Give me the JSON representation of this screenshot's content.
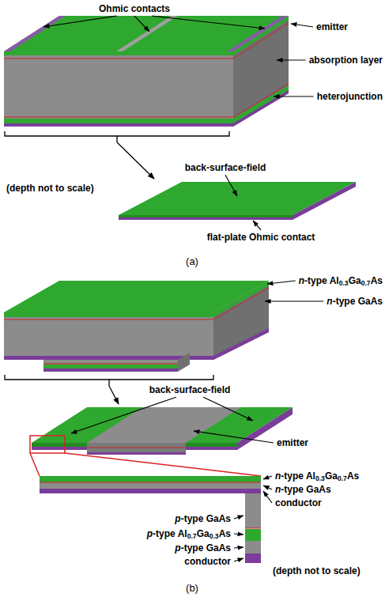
{
  "diagram": {
    "labels": [
      "Ohmic contacts",
      "emitter",
      "absorption layer",
      "heterojunction",
      "(depth not to scale)",
      "back-surface-field",
      "flat-plate Ohmic contact",
      "(a)",
      "n-type Al0.3Ga0.7As",
      "n-type GaAs",
      "back-surface-field",
      "emitter",
      "n-type Al0.3Ga0.7As",
      "n-type GaAs",
      "conductor",
      "p-type GaAs",
      "p-type Al0.7Ga0.3As",
      "p-type GaAs",
      "conductor",
      "(depth not to scale)",
      "(b)"
    ]
  }
}
